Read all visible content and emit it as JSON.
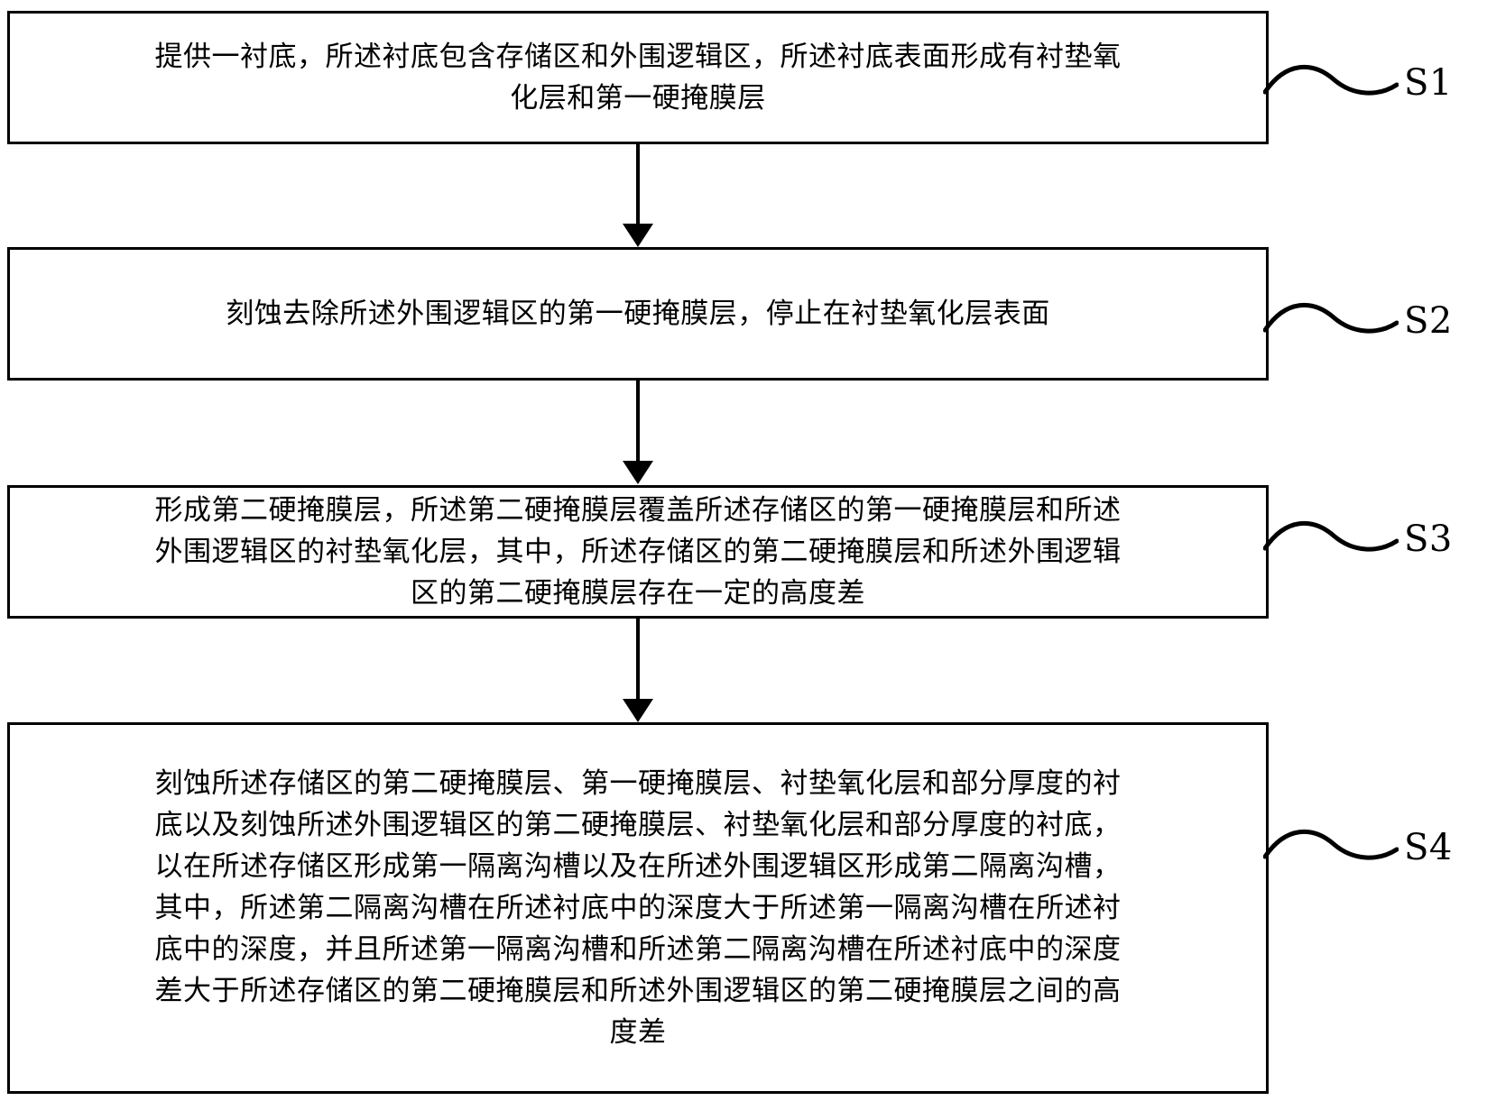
{
  "diagram": {
    "type": "flowchart",
    "orientation": "vertical",
    "line_color": "#000000",
    "background_color": "#ffffff",
    "steps": [
      {
        "id": "S1",
        "label": "S1",
        "text": "提供一衬底，所述衬底包含存储区和外围逻辑区，所述衬底表面形成有衬垫氧\n化层和第一硬掩膜层"
      },
      {
        "id": "S2",
        "label": "S2",
        "text": "刻蚀去除所述外围逻辑区的第一硬掩膜层，停止在衬垫氧化层表面"
      },
      {
        "id": "S3",
        "label": "S3",
        "text": "形成第二硬掩膜层，所述第二硬掩膜层覆盖所述存储区的第一硬掩膜层和所述\n外围逻辑区的衬垫氧化层，其中，所述存储区的第二硬掩膜层和所述外围逻辑\n区的第二硬掩膜层存在一定的高度差"
      },
      {
        "id": "S4",
        "label": "S4",
        "text": "刻蚀所述存储区的第二硬掩膜层、第一硬掩膜层、衬垫氧化层和部分厚度的衬\n底以及刻蚀所述外围逻辑区的第二硬掩膜层、衬垫氧化层和部分厚度的衬底，\n以在所述存储区形成第一隔离沟槽以及在所述外围逻辑区形成第二隔离沟槽，\n其中，所述第二隔离沟槽在所述衬底中的深度大于所述第一隔离沟槽在所述衬\n底中的深度，并且所述第一隔离沟槽和所述第二隔离沟槽在所述衬底中的深度\n差大于所述存储区的第二硬掩膜层和所述外围逻辑区的第二硬掩膜层之间的高\n度差"
      }
    ]
  }
}
